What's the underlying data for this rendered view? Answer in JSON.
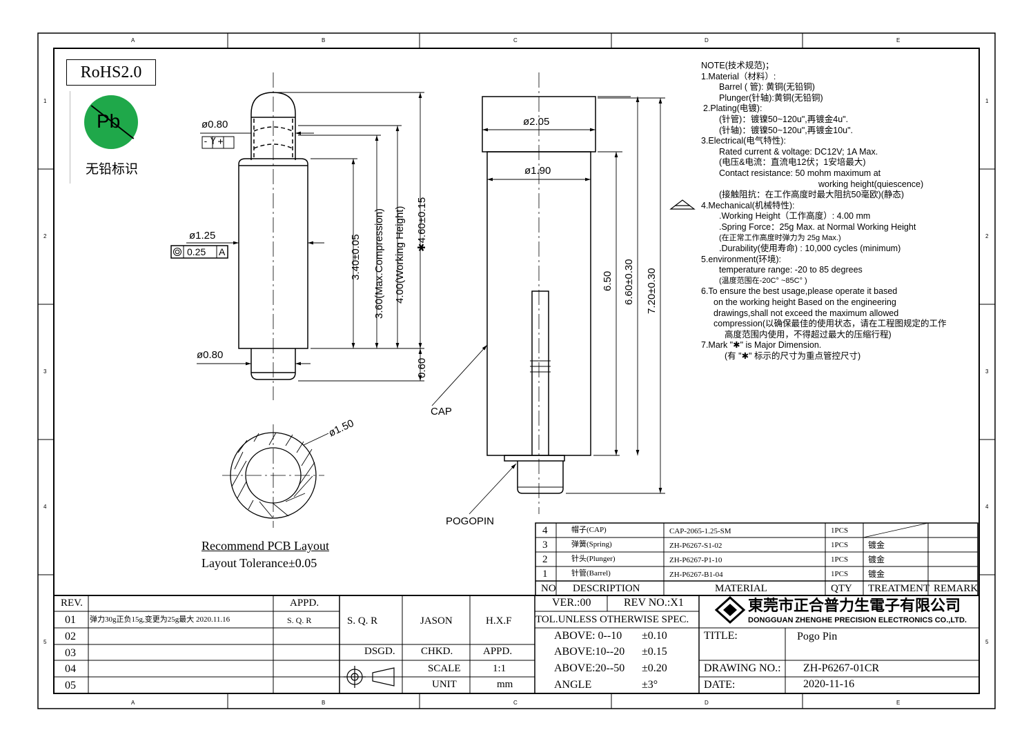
{
  "frame": {
    "zones_h": [
      "A",
      "B",
      "C",
      "D",
      "E"
    ],
    "zones_v": [
      "1",
      "2",
      "3",
      "4",
      "5"
    ]
  },
  "rohs": {
    "label": "RoHS2.0",
    "pb_symbol": "Pb",
    "pb_caption": "无铅标识",
    "green": "#1fa84a"
  },
  "dims": {
    "tip_dia": "ø0.80",
    "tol_y": "-Y+",
    "barrel_dia": "ø1.25",
    "concentricity": "0.25",
    "datum": "A",
    "tail_dia": "ø0.80",
    "h340": "3.40±0.05",
    "h360": "3.60(Max.Compression)",
    "h400": "4.00(Working Height)",
    "h460": "✱4.60±0.15",
    "h060": "0.60",
    "pcb_dia": "ø1.50",
    "cap_dia": "ø2.05",
    "cap_inner": "ø1.90",
    "h650": "6.50",
    "h660": "6.60±0.30",
    "h720": "7.20±0.30",
    "cap_label": "CAP",
    "pogo_label": "POGOPIN"
  },
  "pcb": {
    "title": "Recommend PCB Layout",
    "tolerance": "Layout Tolerance±0.05"
  },
  "notes": {
    "title": "NOTE(技术规范)；",
    "m1": "1.Material（材料）:",
    "m1a": "Barrel ( 管): 黄铜(无铅铜)",
    "m1b": "Plunger(针轴):黄铜(无铅铜)",
    "m2": "2.Plating(电镀):",
    "m2a": "(针管)：镀镍50~120u\",再镀金4u\".",
    "m2b": "(针轴)：镀镍50~120u\",再镀金10u\".",
    "m3": "3.Electrical(电气特性):",
    "m3a": "Rated current & voltage: DC12V; 1A Max.",
    "m3b": "(电压&电流：直流电12伏；1安培最大)",
    "m3c": "Contact resistance: 50 mohm maximum at",
    "m3d": "working height(quiescence)",
    "m3e": "(接触阻抗：在工作高度时最大阻抗50毫欧)(静态)",
    "m4": "4.Mechanical(机械特性):",
    "m4a": ".Working Height（工作高度）: 4.00 mm",
    "m4b": ".Spring  Force：25g Max. at Normal Working Height",
    "m4c": "(在正常工作高度时弹力为 25g Max.)",
    "m4d": ".Durability(使用寿命) : 10,000 cycles (minimum)",
    "m5": "5.environment(环境):",
    "m5a": "temperature range: -20 to 85 degrees",
    "m5b": "(温度范围在-20C° ~85C° )",
    "m6": "6.To ensure the best usage,please operate it based",
    "m6a": "on the working height Based on the engineering",
    "m6b": "drawings,shall not exceed the maximum allowed",
    "m6c": "compression(以确保最佳的使用状态，请在工程图规定的工作",
    "m6d": "高度范围内使用，不得超过最大的压缩行程)",
    "m7": "7.Mark \"✱\" is Major Dimension.",
    "m7a": "(有 \"✱\" 标示的尺寸为重点管控尺寸)"
  },
  "bom": {
    "rows": [
      {
        "no": "4",
        "desc": "帽子(CAP)",
        "material": "CAP-2065-1.25-SM",
        "qty": "1PCS",
        "treat": ""
      },
      {
        "no": "3",
        "desc": "弹簧(Spring)",
        "material": "ZH-P6267-S1-02",
        "qty": "1PCS",
        "treat": "镀金"
      },
      {
        "no": "2",
        "desc": "针头(Plunger)",
        "material": "ZH-P6267-P1-10",
        "qty": "1PCS",
        "treat": "镀金"
      },
      {
        "no": "1",
        "desc": "针管(Barrel)",
        "material": "ZH-P6267-B1-04",
        "qty": "1PCS",
        "treat": "镀金"
      }
    ],
    "header": {
      "no": "NO",
      "desc": "DESCRIPTION",
      "material": "MATERIAL",
      "qty": "QTY",
      "treat": "TREATMENT",
      "remark": "REMARK"
    }
  },
  "rev": {
    "h_rev": "REV.",
    "h_appd": "APPD.",
    "rows": [
      {
        "rev": "01",
        "text": "弹力30g正负15g,变更为25g最大 2020.11.16",
        "appd": "S. Q. R"
      },
      {
        "rev": "02",
        "text": "",
        "appd": ""
      },
      {
        "rev": "03",
        "text": "",
        "appd": ""
      },
      {
        "rev": "04",
        "text": "",
        "appd": ""
      },
      {
        "rev": "05",
        "text": "",
        "appd": ""
      }
    ]
  },
  "sign": {
    "dsgd_name": "S. Q. R",
    "chkd_name": "JASON",
    "appd_name": "H.X.F",
    "dsgd": "DSGD.",
    "chkd": "CHKD.",
    "appd": "APPD.",
    "scale_l": "SCALE",
    "scale_v": "1:1",
    "unit_l": "UNIT",
    "unit_v": "mm"
  },
  "tol": {
    "ver": "VER.:00",
    "revno": "REV NO.:X1",
    "title": "TOL.UNLESS OTHERWISE SPEC.",
    "r1": "ABOVE: 0--10",
    "r1v": "±0.10",
    "r2": "ABOVE:10--20",
    "r2v": "±0.15",
    "r3": "ABOVE:20--50",
    "r3v": "±0.20",
    "r4": "ANGLE",
    "r4v": "±3°"
  },
  "company": {
    "cn": "東莞市正合普力生電子有限公司",
    "en": "DONGGUAN ZHENGHE PRECISION ELECTRONICS CO.,LTD."
  },
  "titleblock": {
    "title_l": "TITLE:",
    "title_v": "Pogo Pin",
    "dwg_l": "DRAWING NO.:",
    "dwg_v": "ZH-P6267-01CR",
    "date_l": "DATE:",
    "date_v": "2020-11-16"
  }
}
